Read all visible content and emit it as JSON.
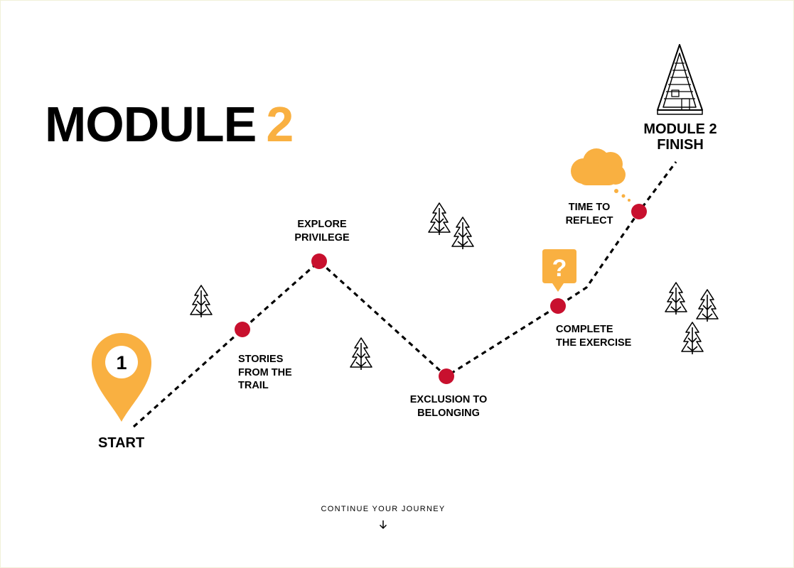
{
  "colors": {
    "accent": "#f9b041",
    "stop": "#c8102e",
    "ink": "#000000",
    "background": "#ffffff"
  },
  "title": {
    "word": "MODULE",
    "number": "2"
  },
  "start": {
    "pin_number": "1",
    "label": "START"
  },
  "stops": [
    {
      "line1": "STORIES",
      "line2": "FROM THE",
      "line3": "TRAIL"
    },
    {
      "line1": "EXPLORE",
      "line2": "PRIVILEGE"
    },
    {
      "line1": "EXCLUSION TO",
      "line2": "BELONGING"
    },
    {
      "line1": "COMPLETE",
      "line2": "THE EXERCISE"
    },
    {
      "line1": "TIME TO",
      "line2": "REFLECT"
    }
  ],
  "finish": {
    "line1": "MODULE 2",
    "line2": "FINISH"
  },
  "question_badge": "?",
  "continue": {
    "label": "CONTINUE YOUR JOURNEY",
    "icon": "arrow-down-icon"
  },
  "icons": [
    "map-pin-icon",
    "pine-tree-icon",
    "cabin-icon",
    "question-bubble-icon",
    "thought-cloud-icon",
    "arrow-down-icon"
  ]
}
